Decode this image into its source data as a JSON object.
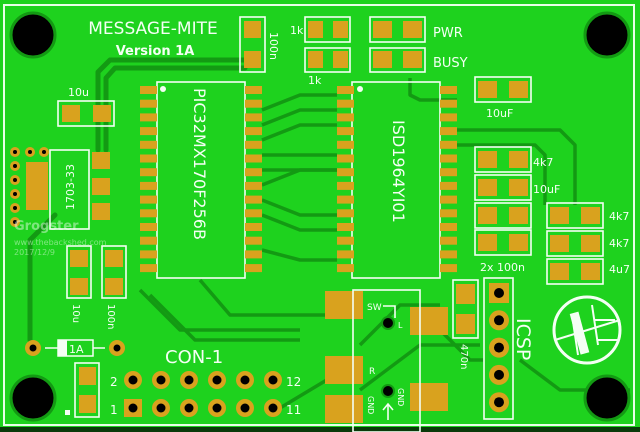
{
  "board": {
    "title": "MESSAGE-MITE",
    "version": "Version 1A",
    "colors": {
      "board": "#1ed21e",
      "trace": "#139a13",
      "pad": "#d9a21e",
      "silk": "#f4fff4"
    }
  },
  "watermark": {
    "author": "Grogster",
    "site": "www.thebackshed.com",
    "date": "2017/12/9"
  },
  "components": {
    "mcu": "PIC32MX170F256B",
    "voice_chip": "ISD1964YI01",
    "regulator": "1703-33",
    "connector": "CON-1",
    "icsp": "ICSP",
    "fuse": "1A"
  },
  "labels": {
    "c_100n_top": "100n",
    "r1": "1k",
    "r2": "1k",
    "led_pwr": "PWR",
    "led_busy": "BUSY",
    "c_10u_left": "10u",
    "c_10uf_top": "10uF",
    "r_4k7_a": "4k7",
    "c_10uf_mid": "10uF",
    "r_4k7_b": "4k7",
    "r_4k7_c": "4k7",
    "c_4u7": "4u7",
    "c_2x100n": "2x 100n",
    "c_10u_bottom": "10u",
    "c_100n_bottom": "100n",
    "c_470n": "470n",
    "sw": "SW",
    "sw_l": "L",
    "sw_r": "R",
    "gnd1": "GND",
    "gnd2": "GND",
    "pin2": "2",
    "pin1": "1",
    "pin12": "12",
    "pin11": "11"
  }
}
